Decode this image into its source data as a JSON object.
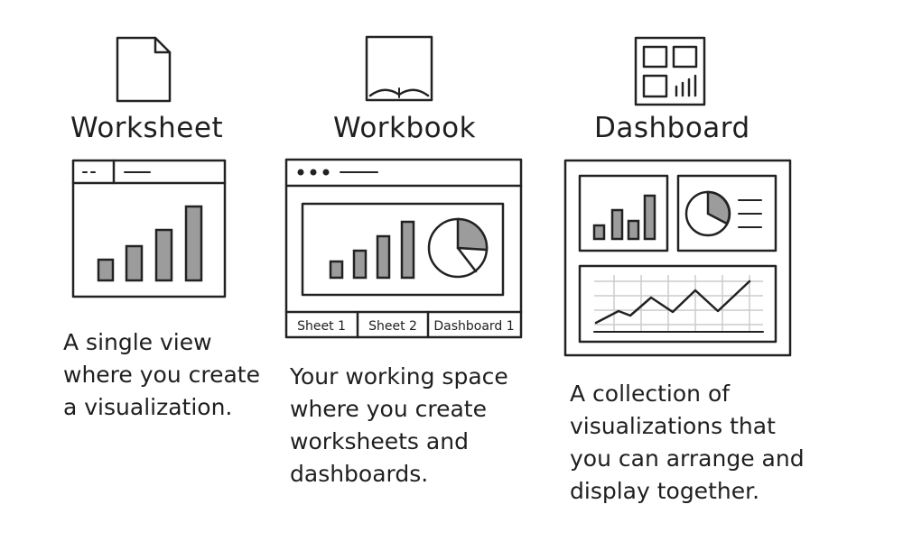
{
  "columns": [
    {
      "id": "worksheet",
      "title": "Worksheet",
      "icon": "document-icon",
      "description": [
        "A single view",
        "where you create",
        "a visualization."
      ]
    },
    {
      "id": "workbook",
      "title": "Workbook",
      "icon": "open-book-icon",
      "tabs": [
        "Sheet 1",
        "Sheet 2",
        "Dashboard 1"
      ],
      "description": [
        "Your working space",
        "where you create",
        "worksheets and",
        "dashboards."
      ]
    },
    {
      "id": "dashboard",
      "title": "Dashboard",
      "icon": "dashboard-grid-icon",
      "description": [
        "A collection of",
        "visualizations that",
        "you can arrange and",
        "display together."
      ]
    }
  ],
  "colors": {
    "ink": "#222222",
    "bar_fill": "#9c9c9c",
    "pie_slice_fill": "#9c9c9c",
    "grid": "#cccccc",
    "background": "#ffffff"
  }
}
